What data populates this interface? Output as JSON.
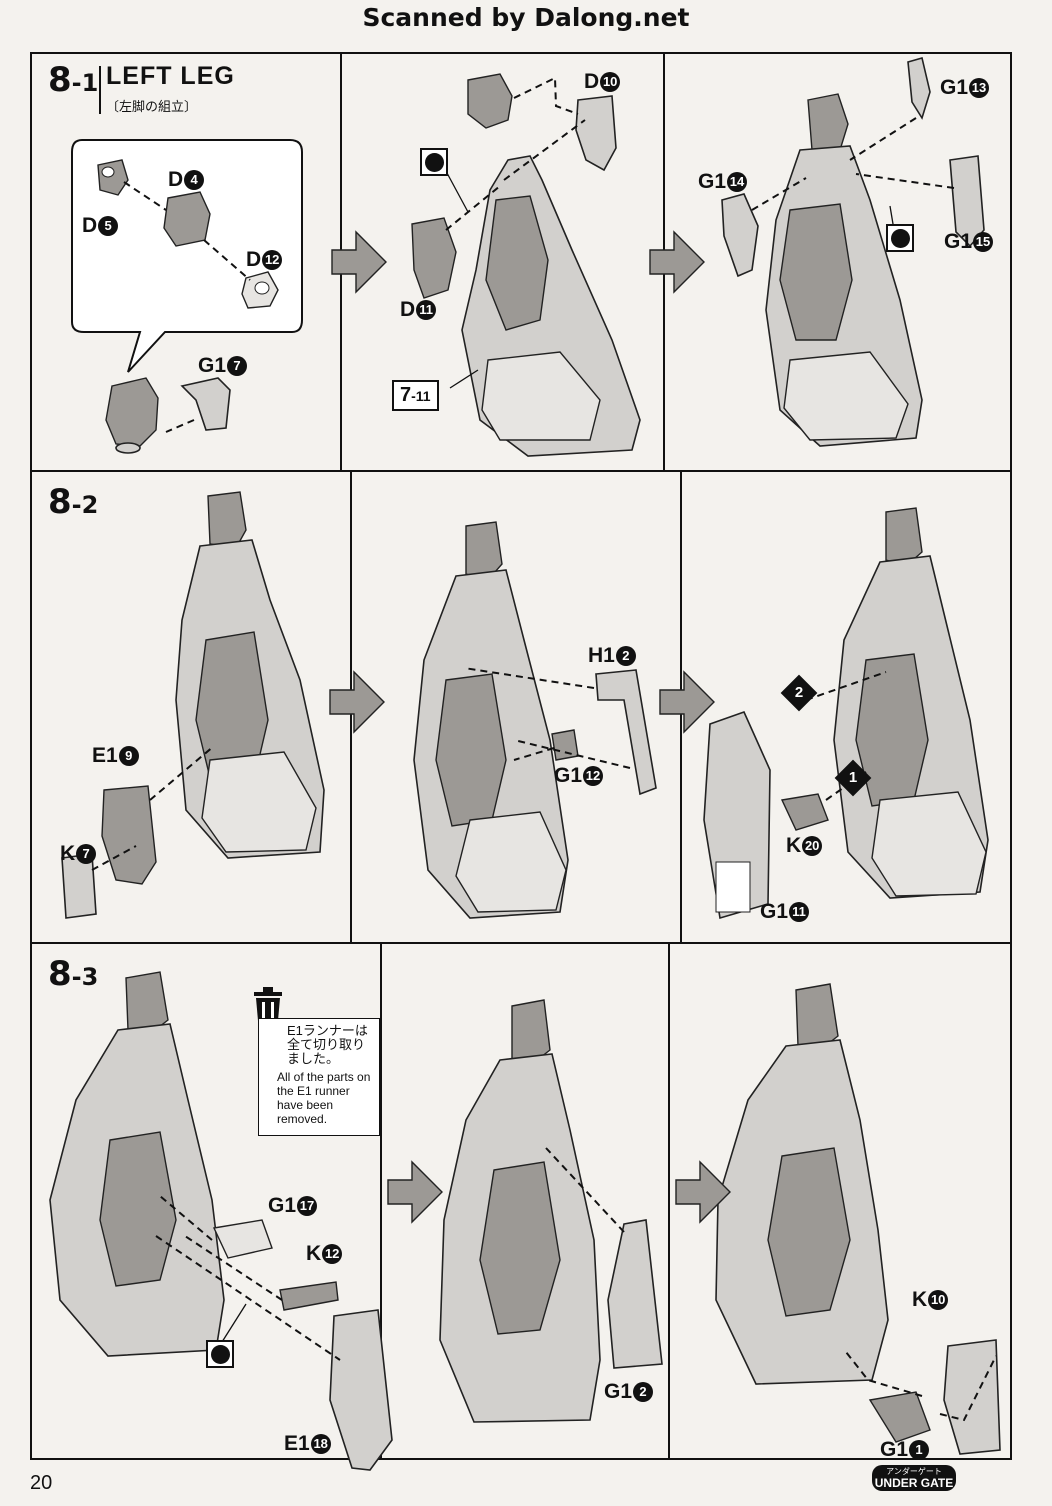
{
  "header": {
    "scanned_by": "Scanned by Dalong.net"
  },
  "step_8_1": {
    "number": "8",
    "sub": "-1",
    "title": "LEFT LEG",
    "title_jp": "〔左脚の組立〕",
    "ref": "7",
    "ref_sub": "-11",
    "parts": {
      "d4": {
        "letter": "D",
        "num": "4"
      },
      "d5": {
        "letter": "D",
        "num": "5"
      },
      "d12": {
        "letter": "D",
        "num": "12"
      },
      "g1_7": {
        "letter": "G1",
        "num": "7"
      },
      "d10": {
        "letter": "D",
        "num": "10"
      },
      "d11": {
        "letter": "D",
        "num": "11"
      },
      "g1_13": {
        "letter": "G1",
        "num": "13"
      },
      "g1_14": {
        "letter": "G1",
        "num": "14"
      },
      "g1_15": {
        "letter": "G1",
        "num": "15"
      }
    }
  },
  "step_8_2": {
    "number": "8",
    "sub": "-2",
    "parts": {
      "e1_9": {
        "letter": "E1",
        "num": "9"
      },
      "k7": {
        "letter": "K",
        "num": "7"
      },
      "h1_2": {
        "letter": "H1",
        "num": "2"
      },
      "g1_12": {
        "letter": "G1",
        "num": "12"
      },
      "k20": {
        "letter": "K",
        "num": "20"
      },
      "g1_11": {
        "letter": "G1",
        "num": "11"
      }
    },
    "order": [
      "1",
      "2"
    ]
  },
  "step_8_3": {
    "number": "8",
    "sub": "-3",
    "note_jp": "E1ランナーは全て切り取りました。",
    "note_en": "All of the parts on the E1 runner have been removed.",
    "parts": {
      "g1_17": {
        "letter": "G1",
        "num": "17"
      },
      "k12": {
        "letter": "K",
        "num": "12"
      },
      "e1_18": {
        "letter": "E1",
        "num": "18"
      },
      "g1_2": {
        "letter": "G1",
        "num": "2"
      },
      "k10": {
        "letter": "K",
        "num": "10"
      },
      "g1_1": {
        "letter": "G1",
        "num": "1"
      }
    },
    "under_gate_jp": "アンダーゲート",
    "under_gate_en": "UNDER GATE"
  },
  "page_number": "20"
}
